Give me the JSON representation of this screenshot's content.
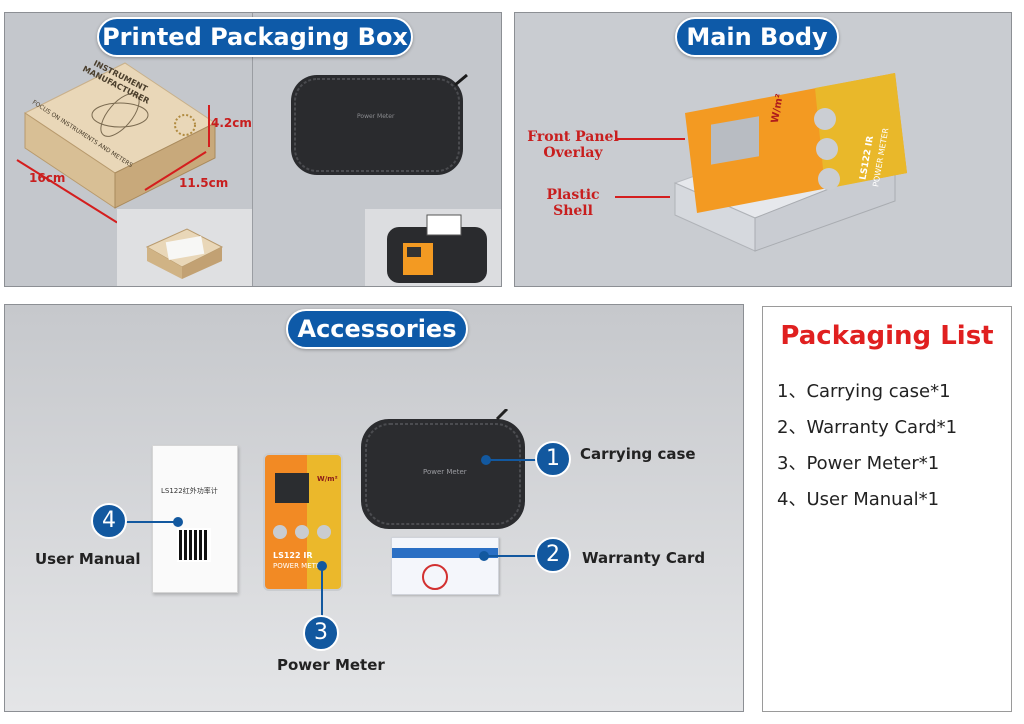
{
  "packaging_box": {
    "title": "Printed Packaging Box",
    "box_print": "INSTRUMENT MANUFACTURER",
    "box_side_print": "FOCUS ON INSTRUMENTS AND METERS",
    "dim_height": "4.2cm",
    "dim_length": "16cm",
    "dim_width": "11.5cm",
    "case_label": "Power Meter"
  },
  "main_body": {
    "title": "Main Body",
    "label_front_panel_line1": "Front Panel",
    "label_front_panel_line2": "Overlay",
    "label_plastic_shell": "Plastic Shell",
    "overlay_unit": "W/m²",
    "overlay_model": "LS122 IR",
    "overlay_name": "POWER METER"
  },
  "accessories": {
    "title": "Accessories",
    "items": [
      {
        "num": "1",
        "label": "Carrying case"
      },
      {
        "num": "2",
        "label": "Warranty Card"
      },
      {
        "num": "3",
        "label": "Power Meter"
      },
      {
        "num": "4",
        "label": "User Manual"
      }
    ],
    "manual_title": "LS122红外功率计",
    "case_print": "Power Meter",
    "meter_model": "LS122 IR",
    "meter_name": "POWER METER",
    "meter_unit": "W/m²"
  },
  "packaging_list": {
    "title": "Packaging List",
    "items": [
      "1、Carrying case*1",
      "2、Warranty Card*1",
      "3、Power Meter*1",
      "4、User Manual*1"
    ]
  },
  "colors": {
    "accent": "#0e5aa8",
    "list_title": "#e02020",
    "annotation": "#c81e1e"
  }
}
